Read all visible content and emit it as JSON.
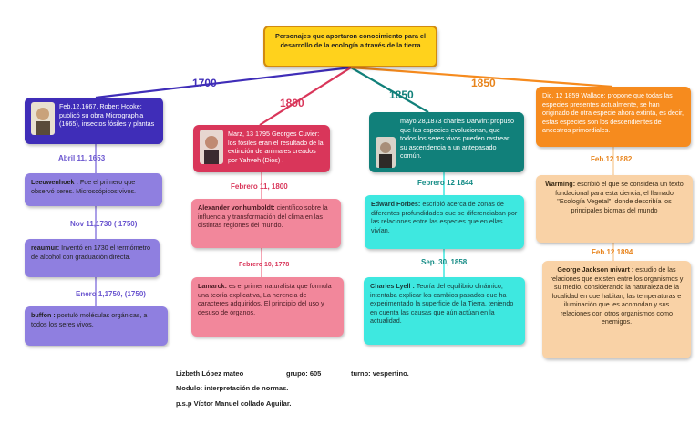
{
  "title": "Personajes que aportaron conocimiento para el desarrollo de la ecología a través de la tierra",
  "years": [
    "1700",
    "1800",
    "1850",
    "1850"
  ],
  "colors": {
    "purple": "#3f2db8",
    "pink": "#d9365a",
    "teal": "#11807a",
    "orange": "#f68b1e",
    "title_bg": "#ffd21c"
  },
  "col1": {
    "top_box": "Feb.12,1667. Robert Hooke: publicó su obra Micrographia (1665), insectos fósiles y plantas",
    "date1": "Abril 11, 1653",
    "box1_name": "Leeuwenhoek :",
    "box1_text": " Fue el primero que observó seres. Microscópicos vivos.",
    "date2": "Nov 11,1730 ( 1750)",
    "box2_name": "reaumur:",
    "box2_text": " Inventó en 1730 el termómetro de alcohol con graduación directa.",
    "date3": "Enero 1,1750, (1750)",
    "box3_name": "buffon :",
    "box3_text": " postuló moléculas orgánicas, a todos los seres vivos."
  },
  "col2": {
    "top_box": "Marz, 13 1795 Georges Cuvier: los fósiles eran el resultado de la extinción de animales creados por Yahveh (Dios) .",
    "date1": "Febrero 11, 1800",
    "box1_name": "Alexander vonhumboldt:",
    "box1_text": " científico sobre la influencia y transformación del clima en las distintas regiones del mundo.",
    "date2": "Febrero 10, 1778",
    "box2_name": "Lamarck:",
    "box2_text": " es el primer naturalista que formula una teoría explicativa, La herencia de caracteres adquiridos. El principio del uso y desuso de órganos."
  },
  "col3": {
    "top_box": "mayo 28,1873 charles Darwin: propuso que las especies evolucionan, que todos los seres vivos pueden rastrear su ascendencia a un antepasado común.",
    "date1": "Febrero 12 1844",
    "box1_name": "Edward Forbes:",
    "box1_text": " escribió acerca de zonas de diferentes profundidades que se diferenciaban por las relaciones entre las especies que en ellas vivían.",
    "date2": "Sep. 30, 1858",
    "box2_name": "Charles Lyell :",
    "box2_text": " Teoría del equilibrio dinámico, intentaba explicar los cambios pasados que ha experimentado la superficie de la Tierra, teniendo en cuenta las causas que aún actúan en la actualidad."
  },
  "col4": {
    "top_box": "Dic. 12 1859 Wallace: propone que todas las especies presentes actualmente, se han originado de otra especie ahora extinta, es decir, estas especies son los descendientes de ancestros primordiales.",
    "date1": "Feb.12 1882",
    "box1_name": "Warming:",
    "box1_text": " escribió el que se considera un texto fundacional para esta ciencia, el llamado \"Ecología Vegetal\", donde describía los principales biomas del mundo",
    "date2": "Feb.12 1894",
    "box2_name": "George Jackson mivart :",
    "box2_text": " estudio de las relaciones que existen entre los organismos y su medio, considerando la naturaleza de la localidad en que habitan, las temperaturas e iluminación que les acomodan y sus relaciones con otros organismos como enemigos."
  },
  "footer": {
    "name": "Lizbeth López mateo",
    "group": "grupo: 605",
    "turn": "turno: vespertino.",
    "module": "Modulo: interpretación de normas.",
    "teacher": "p.s.p Víctor Manuel collado Aguilar."
  }
}
